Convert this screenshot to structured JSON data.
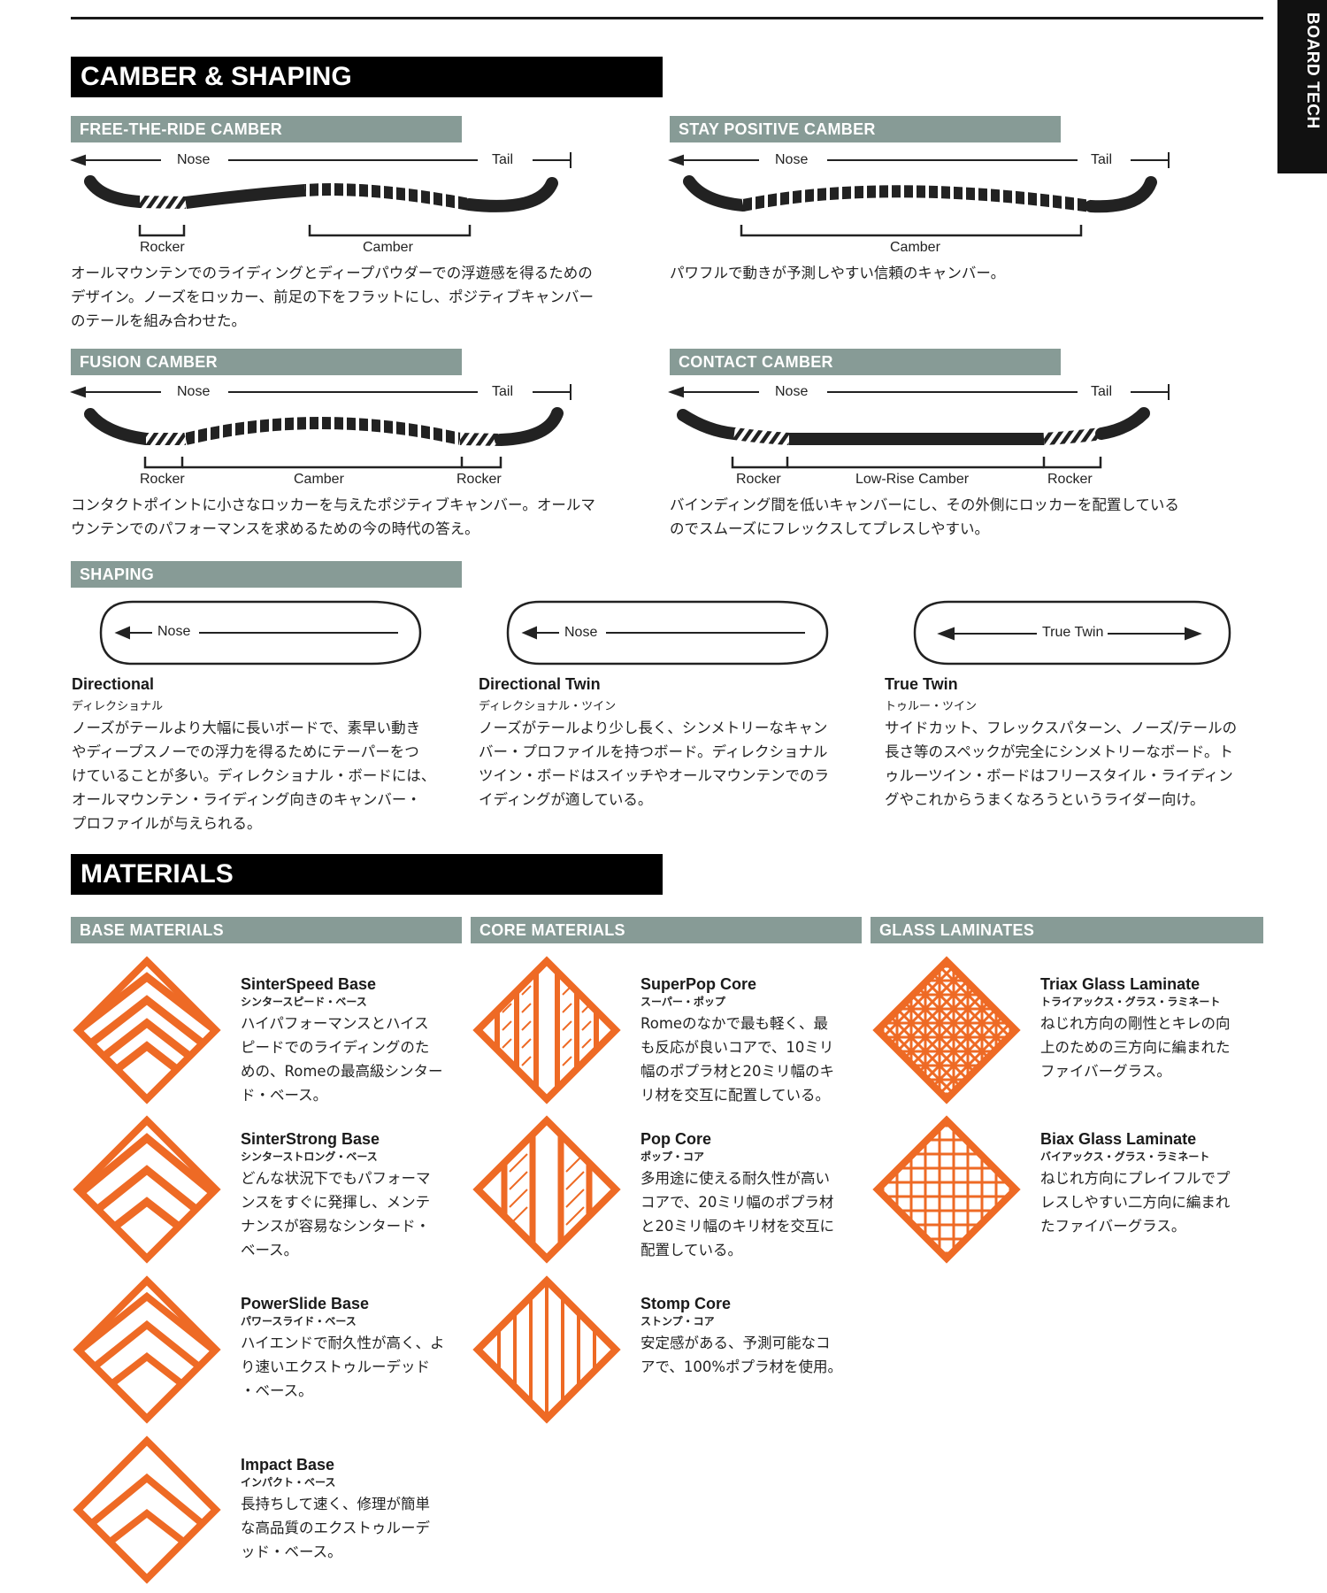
{
  "side_tab": "BOARD TECH",
  "camber_shaping": {
    "heading": "CAMBER & SHAPING",
    "free_the_ride": {
      "title": "FREE-THE-RIDE CAMBER",
      "nose": "Nose",
      "tail": "Tail",
      "label_a": "Rocker",
      "label_b": "Camber",
      "desc": [
        "オールマウンテンでのライディングとディープパウダーでの浮遊感を得るための",
        "デザイン。ノーズをロッカー、前足の下をフラットにし、ポジティブキャンバー",
        "のテールを組み合わせた。"
      ]
    },
    "stay_positive": {
      "title": "STAY POSITIVE CAMBER",
      "nose": "Nose",
      "tail": "Tail",
      "label_a": "Camber",
      "desc": [
        "パワフルで動きが予測しやすい信頼のキャンバー。"
      ]
    },
    "fusion": {
      "title": "FUSION CAMBER",
      "nose": "Nose",
      "tail": "Tail",
      "label_a": "Rocker",
      "label_b": "Camber",
      "label_c": "Rocker",
      "desc": [
        "コンタクトポイントに小さなロッカーを与えたポジティブキャンバー。オールマ",
        "ウンテンでのパフォーマンスを求めるための今の時代の答え。"
      ]
    },
    "contact": {
      "title": "CONTACT CAMBER",
      "nose": "Nose",
      "tail": "Tail",
      "label_a": "Rocker",
      "label_b": "Low-Rise Camber",
      "label_c": "Rocker",
      "desc": [
        "バインディング間を低いキャンバーにし、その外側にロッカーを配置している",
        "のでスムーズにフレックスしてプレスしやすい。"
      ]
    },
    "shaping": {
      "title": "SHAPING",
      "items": [
        {
          "arrow": "Nose",
          "name": "Directional",
          "kana": "ディレクショナル",
          "desc": [
            "ノーズがテールより大幅に長いボードで、素早い動き",
            "やディープスノーでの浮力を得るためにテーパーをつ",
            "けていることが多い。ディレクショナル・ボードには、",
            "オールマウンテン・ライディング向きのキャンバー・",
            "プロファイルが与えられる。"
          ]
        },
        {
          "arrow": "Nose",
          "name": "Directional Twin",
          "kana": "ディレクショナル・ツイン",
          "desc": [
            "ノーズがテールより少し長く、シンメトリーなキャン",
            "バー・プロファイルを持つボード。ディレクショナル",
            "ツイン・ボードはスイッチやオールマウンテンでのラ",
            "イディングが適している。"
          ]
        },
        {
          "arrow": "True Twin",
          "name": "True Twin",
          "kana": "トゥルー・ツイン",
          "desc": [
            "サイドカット、フレックスパターン、ノーズ/テールの",
            "長さ等のスペックが完全にシンメトリーなボード。ト",
            "ゥルーツイン・ボードはフリースタイル・ライディン",
            "グやこれからうまくなろうというライダー向け。"
          ]
        }
      ]
    }
  },
  "materials": {
    "heading": "MATERIALS",
    "icon_color": "#ee6a25",
    "columns": [
      {
        "title": "BASE MATERIALS",
        "items": [
          {
            "icon": "sinterspeed-base-icon",
            "name": "SinterSpeed Base",
            "kana": "シンタースピード・ベース",
            "desc": [
              "ハイパフォーマンスとハイス",
              "ピードでのライディングのた",
              "めの、Romeの最高級シンター",
              "ド・ベース。"
            ]
          },
          {
            "icon": "sinterstrong-base-icon",
            "name": "SinterStrong Base",
            "kana": "シンターストロング・ベース",
            "desc": [
              "どんな状況下でもパフォーマ",
              "ンスをすぐに発揮し、メンテ",
              "ナンスが容易なシンタード・",
              "ベース。"
            ]
          },
          {
            "icon": "powerslide-base-icon",
            "name": "PowerSlide Base",
            "kana": "パワースライド・ベース",
            "desc": [
              "ハイエンドで耐久性が高く、よ",
              "り速いエクストゥルーデッド",
              "・ベース。"
            ]
          },
          {
            "icon": "impact-base-icon",
            "name": "Impact Base",
            "kana": "インパクト・ベース",
            "desc": [
              "長持ちして速く、修理が簡単",
              "な高品質のエクストゥルーデ",
              "ッド・ベース。"
            ]
          }
        ]
      },
      {
        "title": "CORE MATERIALS",
        "items": [
          {
            "icon": "superpop-core-icon",
            "name": "SuperPop Core",
            "kana": "スーパー・ポップ",
            "desc": [
              "Romeのなかで最も軽く、最",
              "も反応が良いコアで、10ミリ",
              "幅のポプラ材と20ミリ幅のキ",
              "リ材を交互に配置している。"
            ]
          },
          {
            "icon": "pop-core-icon",
            "name": "Pop Core",
            "kana": "ポップ・コア",
            "desc": [
              "多用途に使える耐久性が高い",
              "コアで、20ミリ幅のポプラ材",
              "と20ミリ幅のキリ材を交互に",
              "配置している。"
            ]
          },
          {
            "icon": "stomp-core-icon",
            "name": "Stomp Core",
            "kana": "ストンプ・コア",
            "desc": [
              "安定感がある、予測可能なコ",
              "アで、100%ポプラ材を使用。"
            ]
          }
        ]
      },
      {
        "title": "GLASS LAMINATES",
        "items": [
          {
            "icon": "triax-glass-icon",
            "name": "Triax Glass Laminate",
            "kana": "トライアックス・グラス・ラミネート",
            "desc": [
              "ねじれ方向の剛性とキレの向",
              "上のための三方向に編まれた",
              "ファイバーグラス。"
            ]
          },
          {
            "icon": "biax-glass-icon",
            "name": "Biax Glass Laminate",
            "kana": "バイアックス・グラス・ラミネート",
            "desc": [
              "ねじれ方向にプレイフルでプ",
              "レスしやすい二方向に編まれ",
              "たファイバーグラス。"
            ]
          }
        ]
      }
    ]
  }
}
